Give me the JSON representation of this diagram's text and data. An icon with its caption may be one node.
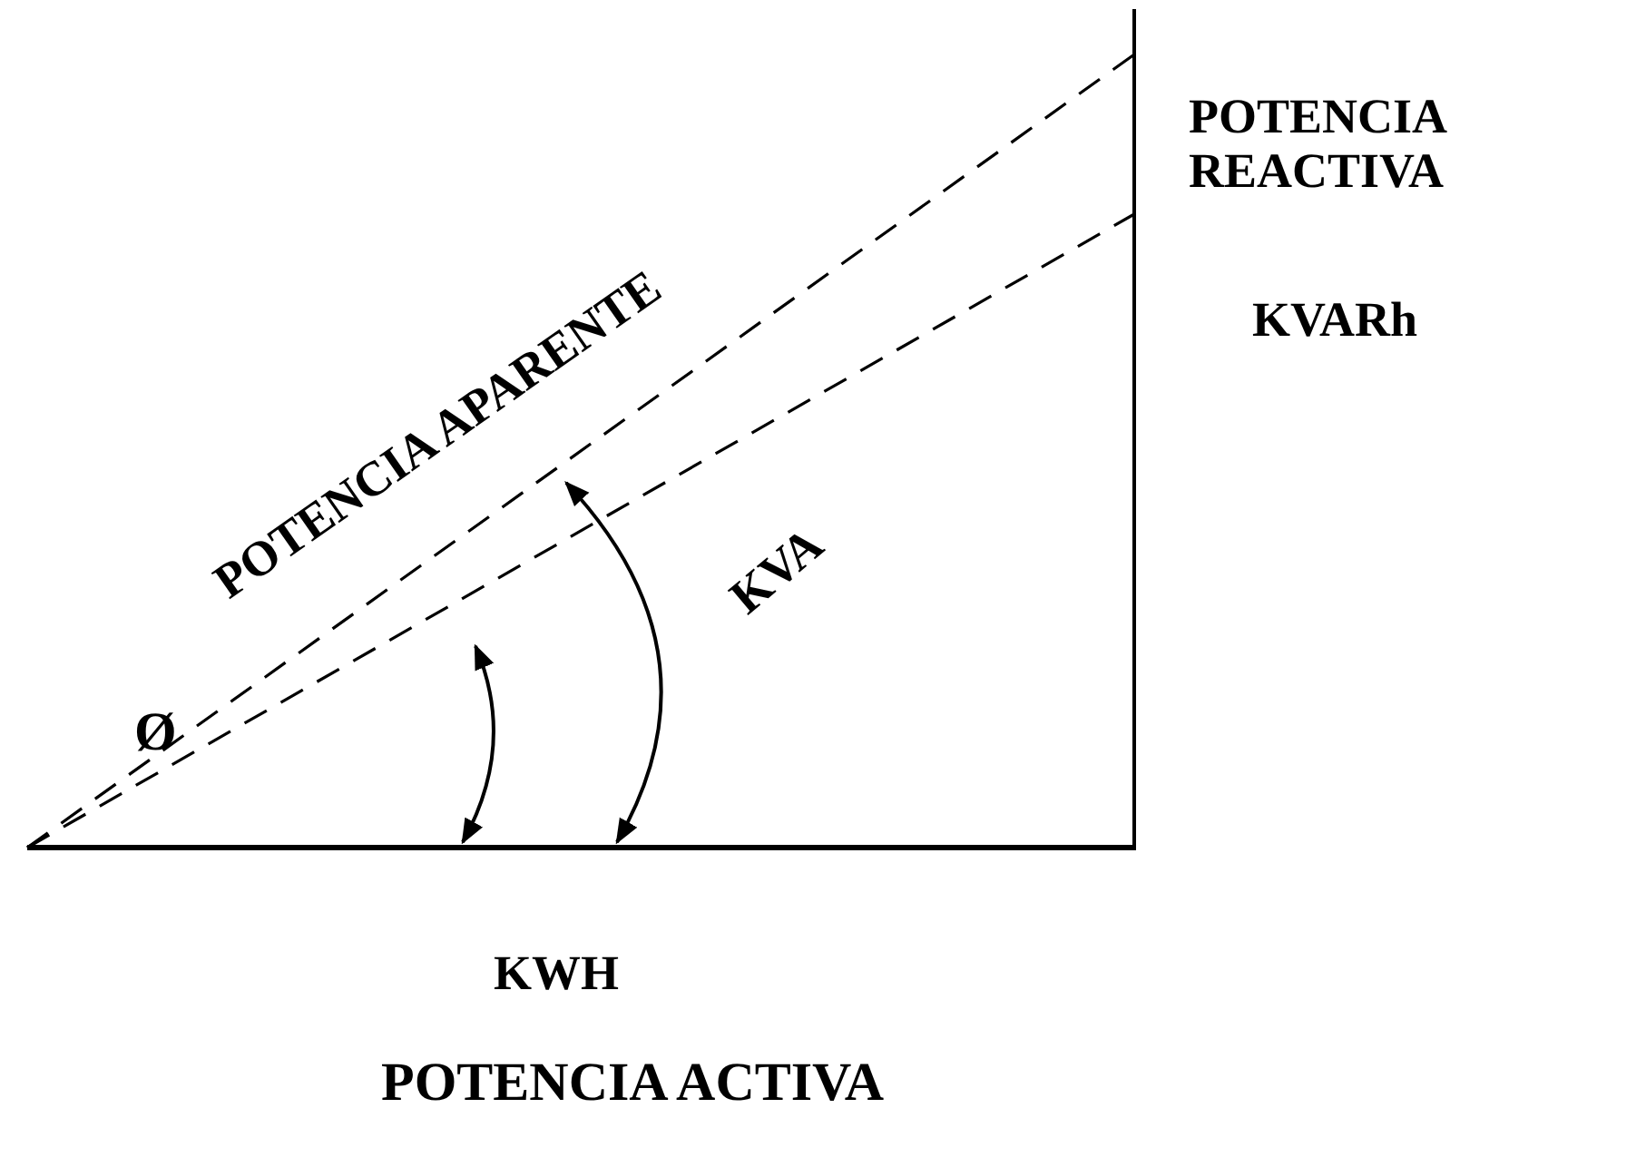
{
  "diagram": {
    "labels": [
      "POTENCIA APARENTE",
      "POTENCIA REACTIVA",
      "KVARh",
      "KVA",
      "Ø",
      "KWH",
      "POTENCIA ACTIVA"
    ]
  }
}
